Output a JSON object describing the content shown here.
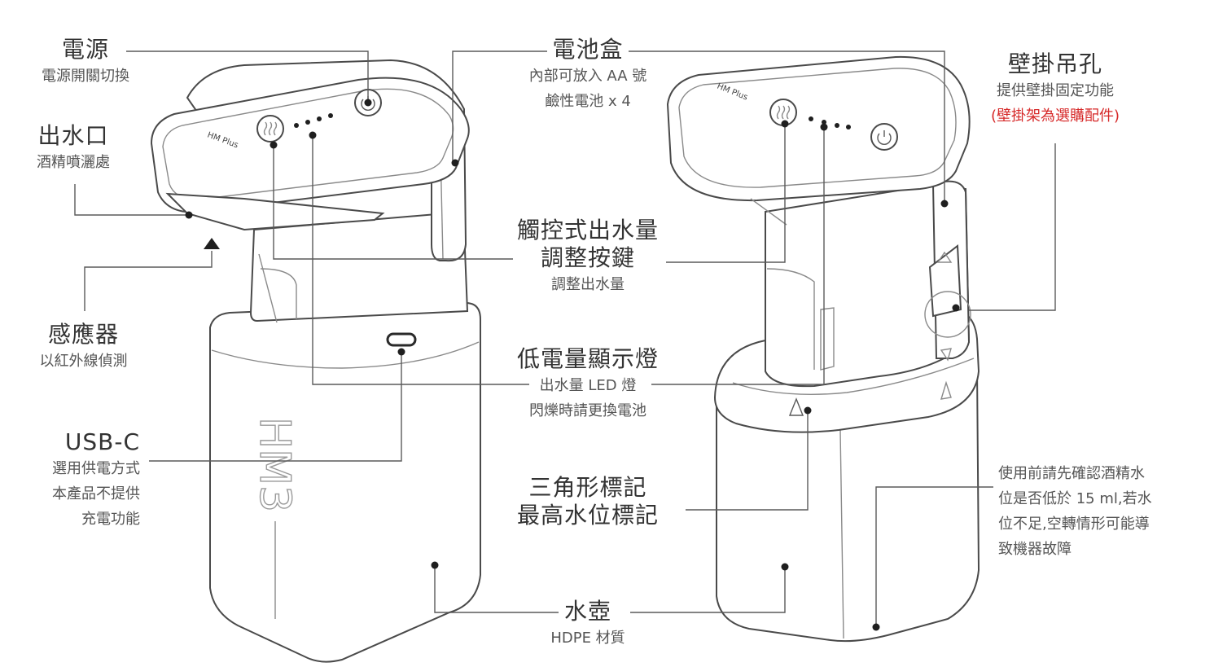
{
  "left_product": {
    "brand_lid": "HM Plus",
    "brand_body": "HM3"
  },
  "right_product": {
    "brand_lid": "HM Plus"
  },
  "callouts": {
    "power": {
      "title": "電源",
      "sub": [
        "電源開關切換"
      ]
    },
    "outlet": {
      "title": "出水口",
      "sub": [
        "酒精噴灑處"
      ]
    },
    "sensor": {
      "title": "感應器",
      "sub": [
        "以紅外線偵測"
      ]
    },
    "usbc": {
      "title": "USB-C",
      "sub": [
        "選用供電方式",
        "本產品不提供",
        "充電功能"
      ]
    },
    "battery": {
      "title": "電池盒",
      "sub": [
        "內部可放入 AA 號",
        "鹼性電池 x 4"
      ]
    },
    "touch": {
      "title": [
        "觸控式出水量",
        "調整按鍵"
      ],
      "sub": [
        "調整出水量"
      ]
    },
    "lowbat": {
      "title": "低電量顯示燈",
      "sub": [
        "出水量 LED 燈",
        "閃爍時請更換電池"
      ]
    },
    "triangle": {
      "title": [
        "三角形標記",
        "最高水位標記"
      ]
    },
    "tank": {
      "title": "水壺",
      "sub": [
        "HDPE 材質"
      ]
    },
    "wallhole": {
      "title": "壁掛吊孔",
      "sub": [
        "提供壁掛固定功能"
      ],
      "note": "(壁掛架為選購配件)"
    },
    "warning": {
      "lines": [
        "使用前請先確認酒精水",
        "位是否低於 15 ml,若水",
        "位不足,空轉情形可能導",
        "致機器故障"
      ]
    }
  },
  "colors": {
    "line": "#5a5a5a",
    "outline": "#4a4a4a",
    "note_red": "#d62828"
  }
}
